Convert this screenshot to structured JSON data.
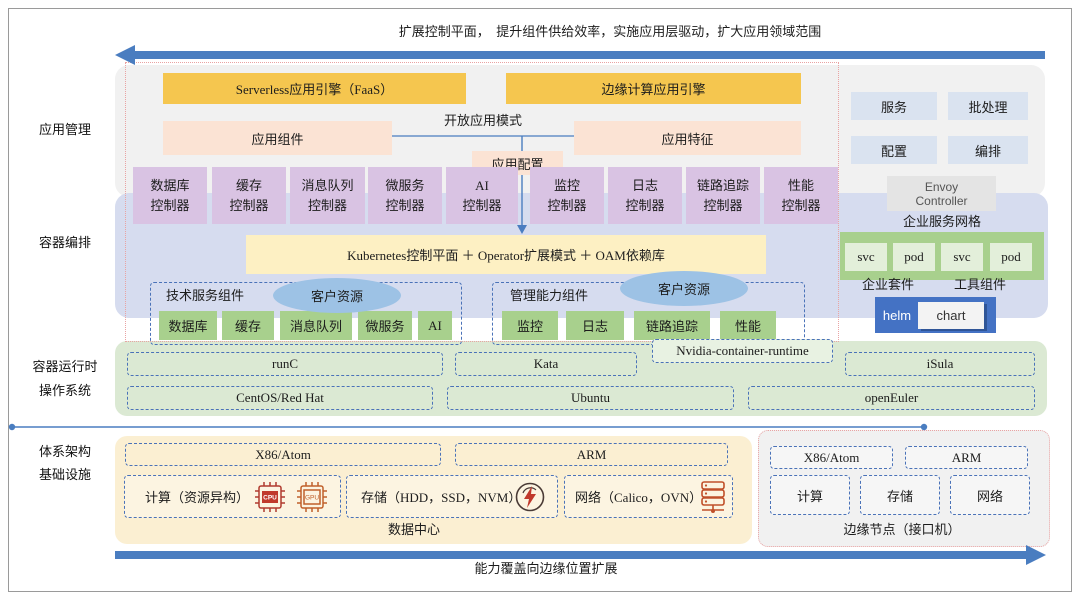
{
  "header": {
    "caption": "扩展控制平面，  提升组件供给效率，实施应用层驱动，扩大应用领域范围"
  },
  "footer": {
    "caption": "能力覆盖向边缘位置扩展"
  },
  "layers": {
    "app_management": "应用管理",
    "orchestration": "容器编排",
    "runtime": "容器运行时",
    "os": "操作系统",
    "architecture": "体系架构",
    "infrastructure": "基础设施"
  },
  "app_layer": {
    "serverless_engine": "Serverless应用引擎（FaaS）",
    "edge_engine": "边缘计算应用引擎",
    "open_app_model": "开放应用模式",
    "components": "应用组件",
    "traits": "应用特征",
    "config": "应用配置"
  },
  "workload_types": [
    "服务",
    "批处理",
    "配置",
    "编排"
  ],
  "controllers": [
    {
      "name": "数据库",
      "suffix": "控制器"
    },
    {
      "name": "缓存",
      "suffix": "控制器"
    },
    {
      "name": "消息队列",
      "suffix": "控制器"
    },
    {
      "name": "微服务",
      "suffix": "控制器"
    },
    {
      "name": "AI",
      "suffix": "控制器"
    },
    {
      "name": "监控",
      "suffix": "控制器"
    },
    {
      "name": "日志",
      "suffix": "控制器"
    },
    {
      "name": "链路追踪",
      "suffix": "控制器"
    },
    {
      "name": "性能",
      "suffix": "控制器"
    }
  ],
  "service_mesh": {
    "envoy_line1": "Envoy",
    "envoy_line2": "Controller",
    "title": "企业服务网格",
    "units": [
      "svc",
      "pod",
      "svc",
      "pod"
    ],
    "enterprise_suite": "企业套件",
    "tool_components": "工具组件",
    "helm": "helm",
    "chart": "chart"
  },
  "k8s_bar": "Kubernetes控制平面 ＋ Operator扩展模式 ＋ OAM依赖库",
  "tech_services": {
    "title": "技术服务组件",
    "custom_resource": "客户资源",
    "items": [
      "数据库",
      "缓存",
      "消息队列",
      "微服务",
      "AI"
    ]
  },
  "management_capabilities": {
    "title": "管理能力组件",
    "custom_resource": "客户资源",
    "items": [
      "监控",
      "日志",
      "链路追踪",
      "性能"
    ]
  },
  "runtimes": [
    "runC",
    "Kata",
    "Nvidia-container-runtime",
    "iSula"
  ],
  "operating_systems": [
    "CentOS/Red Hat",
    "Ubuntu",
    "openEuler"
  ],
  "data_center": {
    "title": "数据中心",
    "architectures": [
      "X86/Atom",
      "ARM"
    ],
    "compute": "计算（资源异构）",
    "storage": "存储（HDD，SSD，NVM）",
    "network": "网络（Calico，OVN）",
    "cpu_label": "CPU",
    "gpu_label": "GPU"
  },
  "edge_node": {
    "title": "边缘节点（接口机）",
    "architectures": [
      "X86/Atom",
      "ARM"
    ],
    "resources": [
      "计算",
      "存储",
      "网络"
    ]
  },
  "colors": {
    "arrow": "#4a7dc0",
    "gold": "#f5c64f",
    "peach": "#fbe3d4",
    "purple": "#d9c3e3",
    "workload": "#dae3f0",
    "green": "#a8d08d",
    "palegreen": "#e3efda",
    "k8s": "#fdf0c3",
    "dash": "#4a72b8",
    "ellipse": "#9dc2e5",
    "helm": "#4472c4",
    "region_gray": "#f1f1f1",
    "region_blue": "#d6dcef",
    "region_green": "#dbe9d3",
    "region_yellow": "#fbefd2",
    "redline": "#e9a3a3"
  }
}
